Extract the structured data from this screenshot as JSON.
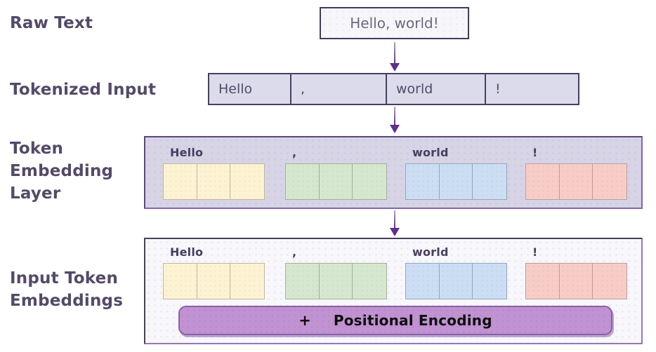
{
  "labels": {
    "raw_text": "Raw Text",
    "tokenized_input": "Tokenized Input",
    "token_embedding_layer": "Token Embedding Layer",
    "input_token_embeddings": "Input Token Embeddings"
  },
  "raw_text_box": {
    "text": "Hello, world!"
  },
  "tokens": [
    "Hello",
    ",",
    "world",
    "!"
  ],
  "token_cells_per_embedding": 3,
  "positional_encoding": {
    "plus_sign": "+",
    "label": "Positional Encoding"
  },
  "colors": {
    "label_ink": "#544a68",
    "arrow_purple": "#5f2e91",
    "box_border_dark": "#453b5c",
    "token_row_fill": "#dcdbec",
    "embedding_container_fill": "#d7d4e6",
    "embedding_container_border": "#6b4d9e",
    "input_container_fill": "#f8f7fb",
    "positional_fill": "#c192d2",
    "positional_border": "#8a5fa8",
    "embedding_yellow": "#fdf3d2",
    "embedding_green": "#d5e8cf",
    "embedding_blue": "#cbdef4",
    "embedding_pink": "#f8ccc7"
  }
}
